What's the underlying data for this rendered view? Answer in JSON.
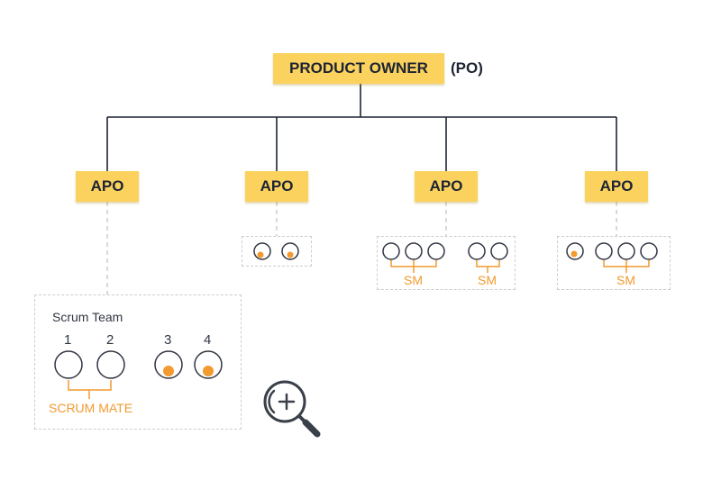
{
  "diagram": {
    "root": {
      "label": "PRODUCT OWNER",
      "abbr": "(PO)"
    },
    "apos": [
      {
        "label": "APO"
      },
      {
        "label": "APO"
      },
      {
        "label": "APO"
      },
      {
        "label": "APO"
      }
    ],
    "sm_labels": [
      "SM",
      "SM",
      "SM"
    ],
    "team": {
      "title": "Scrum Team",
      "numbers": [
        "1",
        "2",
        "3",
        "4"
      ],
      "mate_label": "SCRUM MATE"
    },
    "colors": {
      "accent_yellow": "#fbd25e",
      "accent_orange": "#f29a2e",
      "ink": "#2f3542"
    },
    "icons": [
      "zoom-in-icon"
    ]
  }
}
